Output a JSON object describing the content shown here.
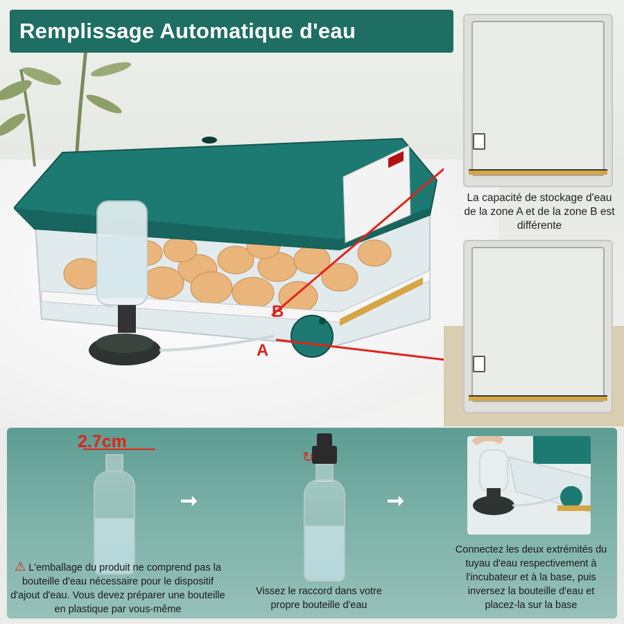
{
  "title": "Remplissage Automatique d'eau",
  "labels": {
    "zone_b": "B",
    "zone_a": "A"
  },
  "side_caption": "La capacité de stockage d'eau de la zone A et de la zone B est différente",
  "measure": "2.7cm",
  "steps": [
    {
      "warning_icon": "warning-triangle-icon",
      "text": "L'emballage du produit ne comprend pas la bouteille d'eau nécessaire pour le dispositif d'ajout d'eau. Vous devez préparer une bouteille en plastique par vous-même"
    },
    {
      "text": "Vissez le raccord dans votre propre bouteille d'eau"
    },
    {
      "text": "Connectez les deux extrémités du tuyau d'eau respectivement à l'incubateur et à la base, puis inversez la bouteille d'eau et placez-la sur la base"
    }
  ],
  "colors": {
    "banner": "#1e6e63",
    "accent_red": "#e2231a",
    "incubator_teal": "#1d7a73"
  }
}
